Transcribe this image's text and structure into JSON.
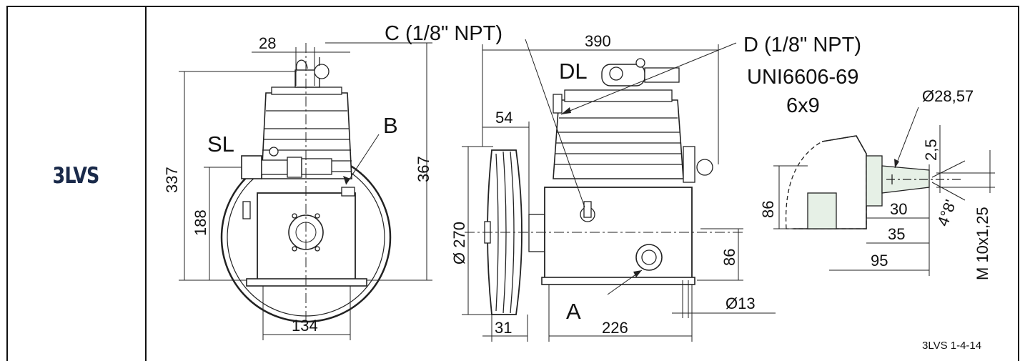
{
  "model_name": "3LVS",
  "drawing_ref": "3LVS 1-4-14",
  "labels": {
    "SL": "SL",
    "B": "B",
    "DL": "DL",
    "A": "A",
    "C": "C (1/8\" NPT)",
    "D": "D (1/8\" NPT)",
    "standard": "UNI6606-69",
    "key": "6x9"
  },
  "dimensions": {
    "front_top_width": "28",
    "front_height_total": "337",
    "front_height_mid": "188",
    "front_height_right": "367",
    "front_base_width": "134",
    "side_length": "390",
    "pulley_offset": "54",
    "pulley_diameter": "Ø 270",
    "side_height": "86",
    "pulley_width": "31",
    "feet_spacing": "226",
    "bolt_hole": "Ø13",
    "shaft_diameter": "Ø28,57",
    "keyway": "2,5",
    "detail_height": "86",
    "shaft_30": "30",
    "shaft_35": "35",
    "shaft_95": "95",
    "taper": "4°8'",
    "thread": "M 10x1,25"
  }
}
